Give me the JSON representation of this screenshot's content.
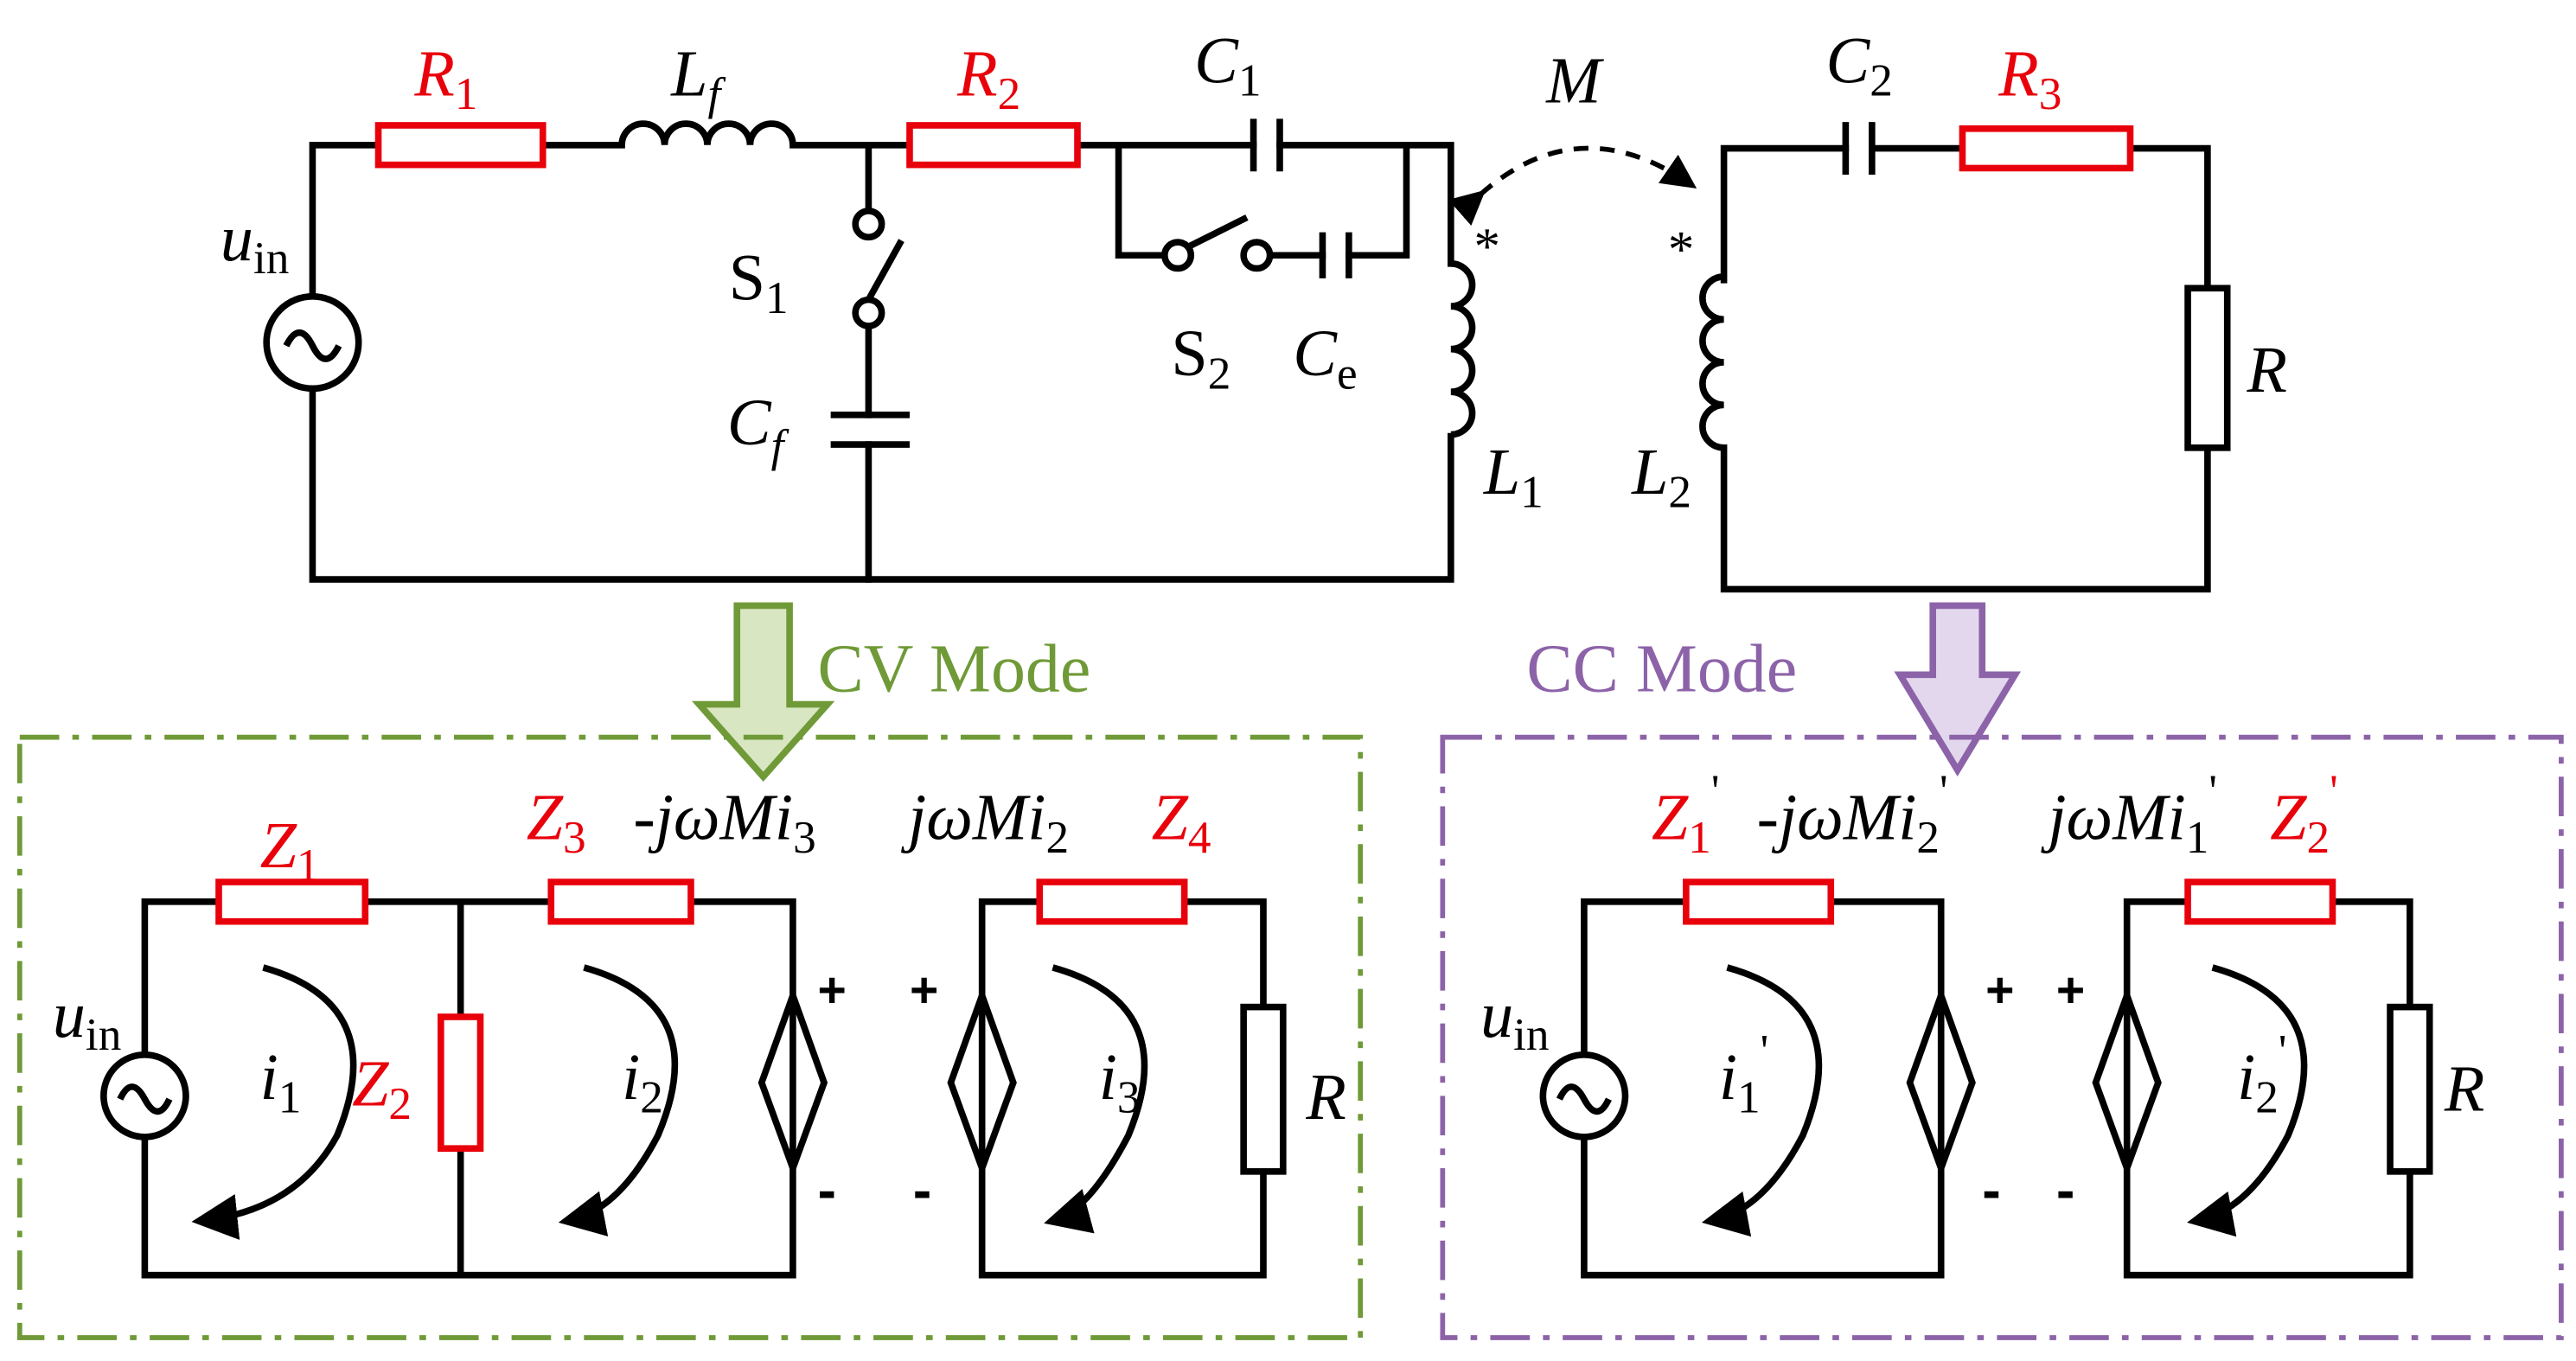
{
  "colors": {
    "wire": "#000000",
    "impedance": "#e8000b",
    "cv_green": "#6f9a37",
    "cc_purple": "#8c63a8",
    "cv_arrow_fill": "#d9e6c2",
    "cc_arrow_fill": "#e3d7ee"
  },
  "top": {
    "source": {
      "main": "u",
      "sub": "in"
    },
    "r1": {
      "main": "R",
      "sub": "1"
    },
    "lf": {
      "main": "L",
      "sub": "f"
    },
    "r2": {
      "main": "R",
      "sub": "2"
    },
    "c1": {
      "main": "C",
      "sub": "1"
    },
    "m": "M",
    "c2": {
      "main": "C",
      "sub": "2"
    },
    "r3": {
      "main": "R",
      "sub": "3"
    },
    "s1": {
      "main": "S",
      "sub": "1"
    },
    "s2": {
      "main": "S",
      "sub": "2"
    },
    "ce": {
      "main": "C",
      "sub": "e"
    },
    "cf": {
      "main": "C",
      "sub": "f"
    },
    "l1": {
      "main": "L",
      "sub": "1"
    },
    "l2": {
      "main": "L",
      "sub": "2"
    },
    "r": "R",
    "dot1": "*",
    "dot2": "*"
  },
  "modes": {
    "cv": "CV Mode",
    "cc": "CC Mode"
  },
  "cv": {
    "source": {
      "main": "u",
      "sub": "in"
    },
    "z1": {
      "main": "Z",
      "sub": "1"
    },
    "z2": {
      "main": "Z",
      "sub": "2"
    },
    "z3": {
      "main": "Z",
      "sub": "3"
    },
    "z4": {
      "main": "Z",
      "sub": "4"
    },
    "src_a": {
      "main": "-jωMi",
      "sub": "3"
    },
    "src_b": {
      "main": "jωMi",
      "sub": "2"
    },
    "i1": {
      "main": "i",
      "sub": "1"
    },
    "i2": {
      "main": "i",
      "sub": "2"
    },
    "i3": {
      "main": "i",
      "sub": "3"
    },
    "r": "R",
    "plus": "+",
    "minus": "-"
  },
  "cc": {
    "source": {
      "main": "u",
      "sub": "in"
    },
    "z1": {
      "main": "Z",
      "sub": "1",
      "prime": "'"
    },
    "z2": {
      "main": "Z",
      "sub": "2",
      "prime": "'"
    },
    "src_a": {
      "main": "-jωMi",
      "sub": "2",
      "prime": "'"
    },
    "src_b": {
      "main": "jωMi",
      "sub": "1",
      "prime": "'"
    },
    "i1": {
      "main": "i",
      "sub": "1",
      "prime": "'"
    },
    "i2": {
      "main": "i",
      "sub": "2",
      "prime": "'"
    },
    "r": "R",
    "plus": "+",
    "minus": "-"
  }
}
